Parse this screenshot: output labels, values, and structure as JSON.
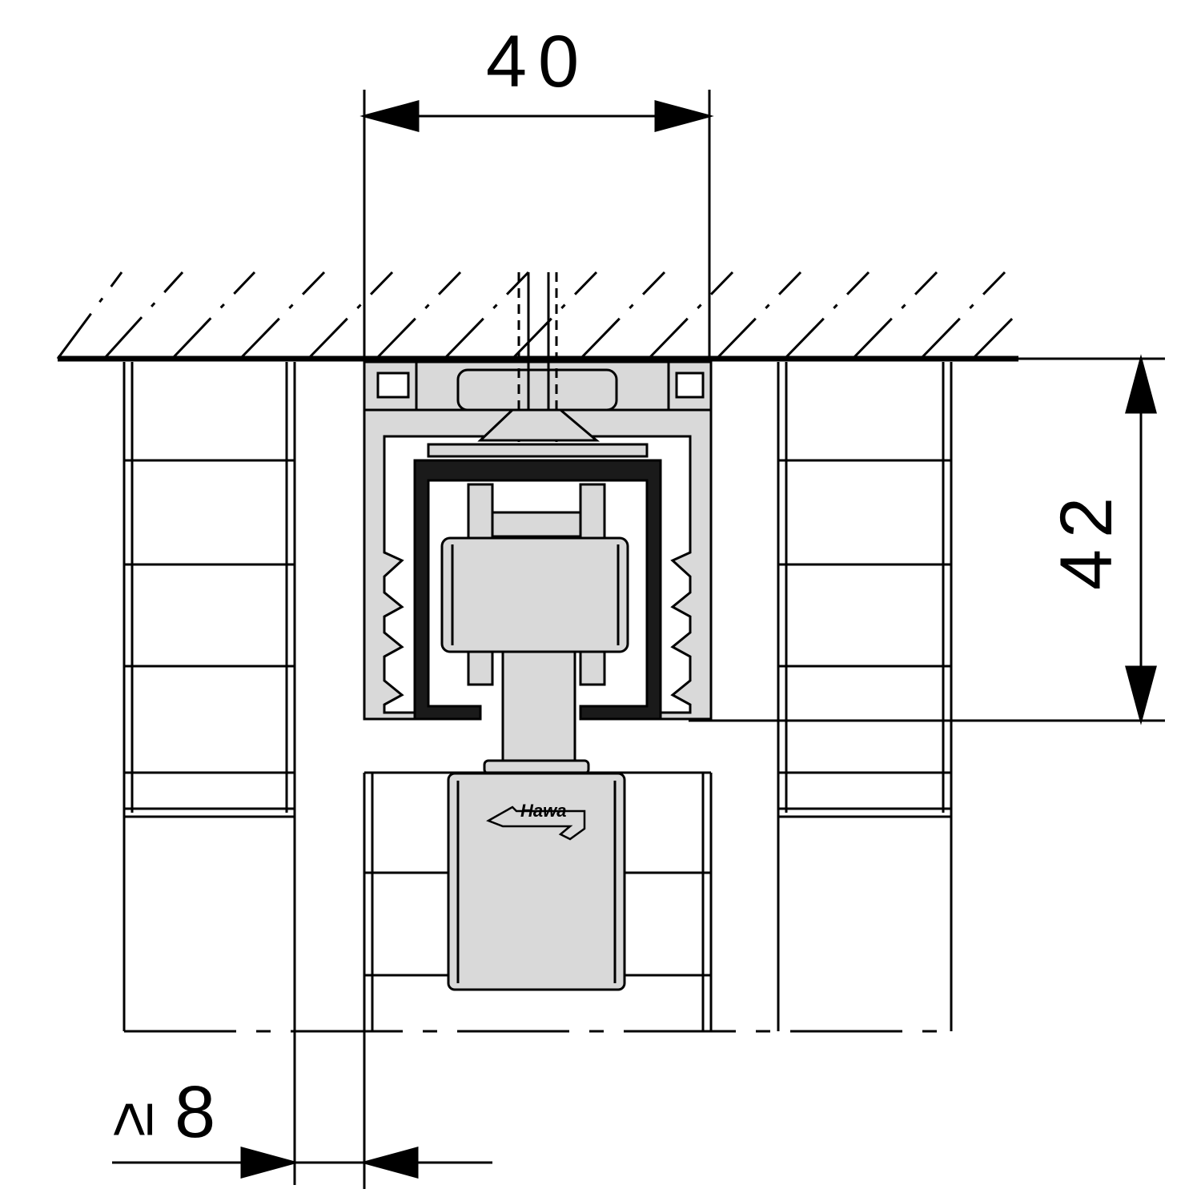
{
  "drawing": {
    "dimension_width": "40",
    "dimension_height": "42",
    "dimension_gap_symbol": "≥",
    "dimension_gap_value": "8",
    "logo_text": "Hawa"
  },
  "colors": {
    "line": "#000000",
    "profile_gray": "#d9d9d9",
    "seal_dark": "#1a1a1a",
    "background": "#ffffff"
  }
}
